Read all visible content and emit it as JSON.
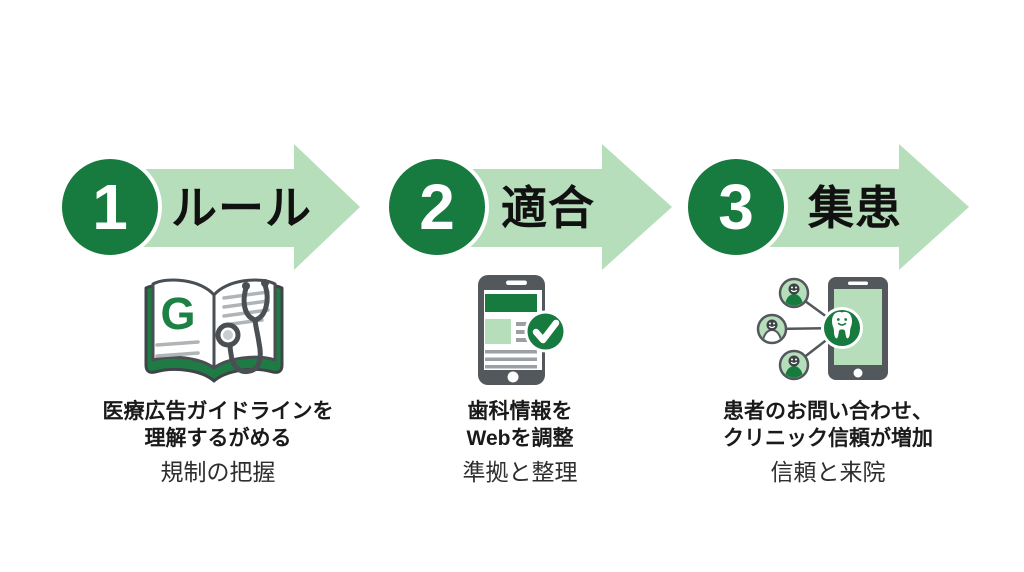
{
  "colors": {
    "dark_green": "#177a3f",
    "light_green": "#b7deba",
    "dark_gray": "#53585d",
    "line_gray": "#9aa0a4",
    "text_black": "#1a1a1a"
  },
  "icons": {
    "step1": "guideline-book-stethoscope-icon",
    "step2": "smartphone-checkmark-icon",
    "step3": "patient-network-phone-tooth-icon",
    "book_letter": "G"
  },
  "steps": [
    {
      "number": "1",
      "label": "ルール",
      "desc_line1": "医療広告ガイドラインを",
      "desc_line2": "理解するがめる",
      "subtitle": "規制の把握"
    },
    {
      "number": "2",
      "label": "適合",
      "desc_line1": "歯科情報を",
      "desc_line2": "Webを調整",
      "subtitle": "準拠と整理"
    },
    {
      "number": "3",
      "label": "集患",
      "desc_line1": "患者のお問い合わせ、",
      "desc_line2": "クリニック信頼が増加",
      "subtitle": "信頼と来院"
    }
  ]
}
